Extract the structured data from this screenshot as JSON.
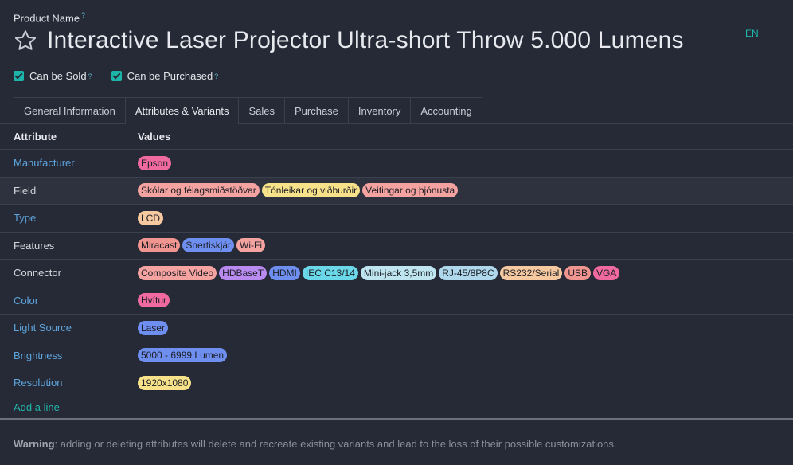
{
  "product": {
    "name_label": "Product Name",
    "help_mark": "?",
    "title": "Interactive Laser Projector Ultra-short Throw 5.000 Lumens",
    "lang": "EN"
  },
  "checks": [
    {
      "label": "Can be Sold",
      "checked": true
    },
    {
      "label": "Can be Purchased",
      "checked": true
    }
  ],
  "tabs": [
    "General Information",
    "Attributes & Variants",
    "Sales",
    "Purchase",
    "Inventory",
    "Accounting"
  ],
  "active_tab": "Attributes & Variants",
  "table": {
    "headers": [
      "Attribute",
      "Values"
    ],
    "rows": [
      {
        "attribute": "Manufacturer",
        "style": "link",
        "values": [
          {
            "text": "Epson",
            "color": "#f06aa0"
          }
        ]
      },
      {
        "attribute": "Field",
        "style": "plain",
        "values": [
          {
            "text": "Skólar og félagsmiðstöðvar",
            "color": "#f4a3a0"
          },
          {
            "text": "Tónleikar og viðburðir",
            "color": "#f7e28a"
          },
          {
            "text": "Veitingar og þjónusta",
            "color": "#f4a3a0"
          }
        ]
      },
      {
        "attribute": "Type",
        "style": "link",
        "values": [
          {
            "text": "LCD",
            "color": "#f7c9a0"
          }
        ]
      },
      {
        "attribute": "Features",
        "style": "plain",
        "values": [
          {
            "text": "Miracast",
            "color": "#f0958f"
          },
          {
            "text": "Snertiskjár",
            "color": "#6f8ff0"
          },
          {
            "text": "Wi-Fi",
            "color": "#f4a3a0"
          }
        ]
      },
      {
        "attribute": "Connector",
        "style": "plain",
        "values": [
          {
            "text": "Composite Video",
            "color": "#f4a3a0"
          },
          {
            "text": "HDBaseT",
            "color": "#b98af0"
          },
          {
            "text": "HDMI",
            "color": "#6f8ff0"
          },
          {
            "text": "IEC C13/14",
            "color": "#6ad8e8"
          },
          {
            "text": "Mini-jack 3,5mm",
            "color": "#bfe6f0"
          },
          {
            "text": "RJ-45/8P8C",
            "color": "#b0d8ec"
          },
          {
            "text": "RS232/Serial",
            "color": "#f7c9a0"
          },
          {
            "text": "USB",
            "color": "#f0958f"
          },
          {
            "text": "VGA",
            "color": "#f06aa0"
          }
        ]
      },
      {
        "attribute": "Color",
        "style": "link",
        "values": [
          {
            "text": "Hvítur",
            "color": "#f06aa0"
          }
        ]
      },
      {
        "attribute": "Light Source",
        "style": "link",
        "values": [
          {
            "text": "Laser",
            "color": "#6f8ff0"
          }
        ]
      },
      {
        "attribute": "Brightness",
        "style": "link",
        "values": [
          {
            "text": "5000 - 6999 Lumen",
            "color": "#6f8ff0"
          }
        ]
      },
      {
        "attribute": "Resolution",
        "style": "link",
        "values": [
          {
            "text": "1920x1080",
            "color": "#f7e28a"
          }
        ]
      }
    ],
    "add_line": "Add a line"
  },
  "warning": {
    "bold": "Warning",
    "text": ": adding or deleting attributes will delete and recreate existing variants and lead to the loss of their possible customizations."
  }
}
